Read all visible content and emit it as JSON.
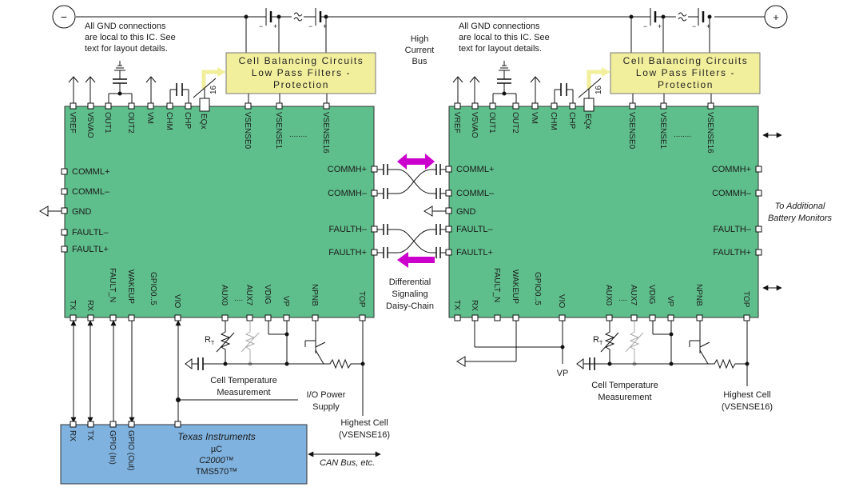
{
  "colors": {
    "ic_fill": "#5fbf8c",
    "balance_fill": "#f2ef9c",
    "uc_fill": "#7fb2df",
    "arrow_magenta": "#cc00cc"
  },
  "bus": {
    "minus_symbol": "−",
    "plus_symbol": "+",
    "cell_minus": "−",
    "cell_plus": "+",
    "title": "High\nCurrent\nBus"
  },
  "gnd_note": "All GND connections\nare local to this IC. See\ntext for layout details.",
  "balance_box": {
    "text": "Cell Balancing Circuits\nLow Pass Filters -\nProtection",
    "bus_width": "16"
  },
  "top_pins": {
    "vref": "VREF",
    "v5vao": "V5VAO",
    "out1": "OUT1",
    "out2": "OUT2",
    "vm": "VM",
    "chm": "CHM",
    "chp": "CHP",
    "eqx": "EQx",
    "vsense0": "VSENSE0",
    "vsense1": "VSENSE1",
    "vsense16": "VSENSE16",
    "dots": "........"
  },
  "left_pins": {
    "comml_p": "COMML+",
    "comml_m": "COMML–",
    "gnd": "GND",
    "faultl_m": "FAULTL–",
    "faultl_p": "FAULTL+"
  },
  "right_pins": {
    "commh_p": "COMMH+",
    "commh_m": "COMMH–",
    "faulth_m": "FAULTH–",
    "faulth_p": "FAULTH+"
  },
  "bottom_pins": {
    "tx": "TX",
    "rx": "RX",
    "fault_n": "FAULT_N",
    "wakeup": "WAKEUP",
    "gpio": "GPIO0..5",
    "vio": "VIO",
    "aux0": "AUX0",
    "aux_dots": "....",
    "aux7": "AUX7",
    "vdig": "VDIG",
    "vp": "VP",
    "npnb": "NPNB",
    "top": "TOP"
  },
  "labels": {
    "rt": "R",
    "rt_sub": "T",
    "temp": "Cell Temperature\nMeasurement",
    "io_supply": "I/O Power\nSupply",
    "highest_cell": "Highest Cell\n(VSENSE16)",
    "daisy": "Differential\nSignaling\nDaisy-Chain",
    "vp_label": "VP",
    "additional": "To Additional\nBattery Monitors",
    "can": "CAN Bus, etc."
  },
  "mcu": {
    "pins": {
      "rx": "RX",
      "tx": "TX",
      "gpio_in": "GPIO (In)",
      "gpio_out": "GPIO (Out)"
    },
    "vendor": "Texas Instruments",
    "line2": "µC",
    "line3": "C2000™",
    "line4": "TMS570™"
  }
}
